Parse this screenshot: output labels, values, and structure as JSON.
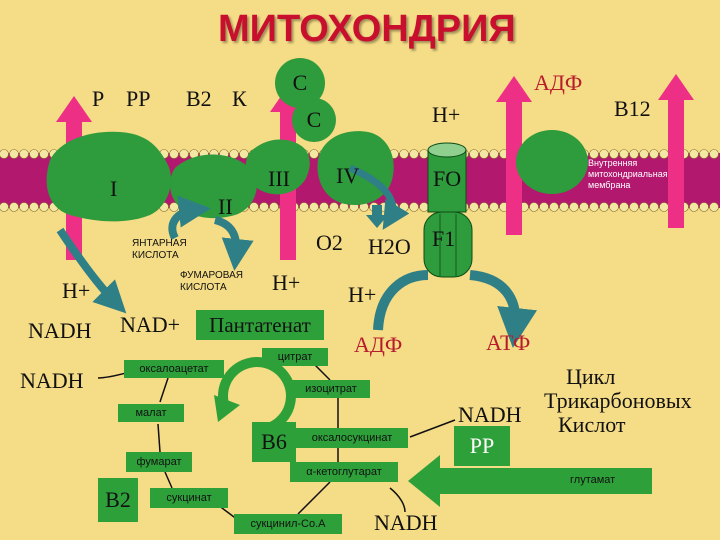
{
  "title": "МИТОХОНДРИЯ",
  "vitamins_top": {
    "p": "P",
    "pp": "PP",
    "b2": "B2",
    "k": "К",
    "c1": "С",
    "c2": "С",
    "adf": "АДФ",
    "b12": "B12",
    "h_top": "H+"
  },
  "complexes": {
    "i": "I",
    "ii": "II",
    "iii": "III",
    "iv": "IV",
    "fo": "FO",
    "f1": "F1"
  },
  "membrane_label": "Внутренняя митохондриальная мембрана",
  "matrix_labels": {
    "succinic_acid": "ЯНТАРНАЯ КИСЛОТА",
    "fumaric_acid": "ФУМАРОВАЯ КИСЛОТА",
    "o2": "O2",
    "h2o": "H2O",
    "h_left": "H+",
    "h_mid": "H+",
    "h_right": "H+",
    "nadh_1": "NADH",
    "nadh_2": "NADH",
    "nad": "NAD+",
    "adf_2": "АДФ",
    "atf": "АТФ"
  },
  "pantothenate": "Пантатенат",
  "cycle": {
    "oxaloacetate": "оксалоацетат",
    "citrate": "цитрат",
    "isocitrate": "изоцитрат",
    "malate": "малат",
    "oxalosuccinate": "оксалосукцинат",
    "fumarate": "фумарат",
    "alpha_ketoglutarate": "α-кетоглутарат",
    "succinate": "сукцинат",
    "succinyl_coa": "сукцинил-Co.A",
    "b6": "B6",
    "b2": "B2",
    "nadh_right": "NADH",
    "pp_right": "PP",
    "nadh_bottom": "NADH",
    "glutamate": "глутамат"
  },
  "cycle_title": [
    "Цикл",
    "Трикарбоновых",
    "Кислот"
  ],
  "colors": {
    "background": "#f5dc86",
    "membrane": "#b3186f",
    "complex": "#2e9b3c",
    "arrow_pink": "#ee2f86",
    "arrow_teal": "#2f7f86",
    "box_green": "#2ea03a",
    "title_red": "#c8102e"
  }
}
